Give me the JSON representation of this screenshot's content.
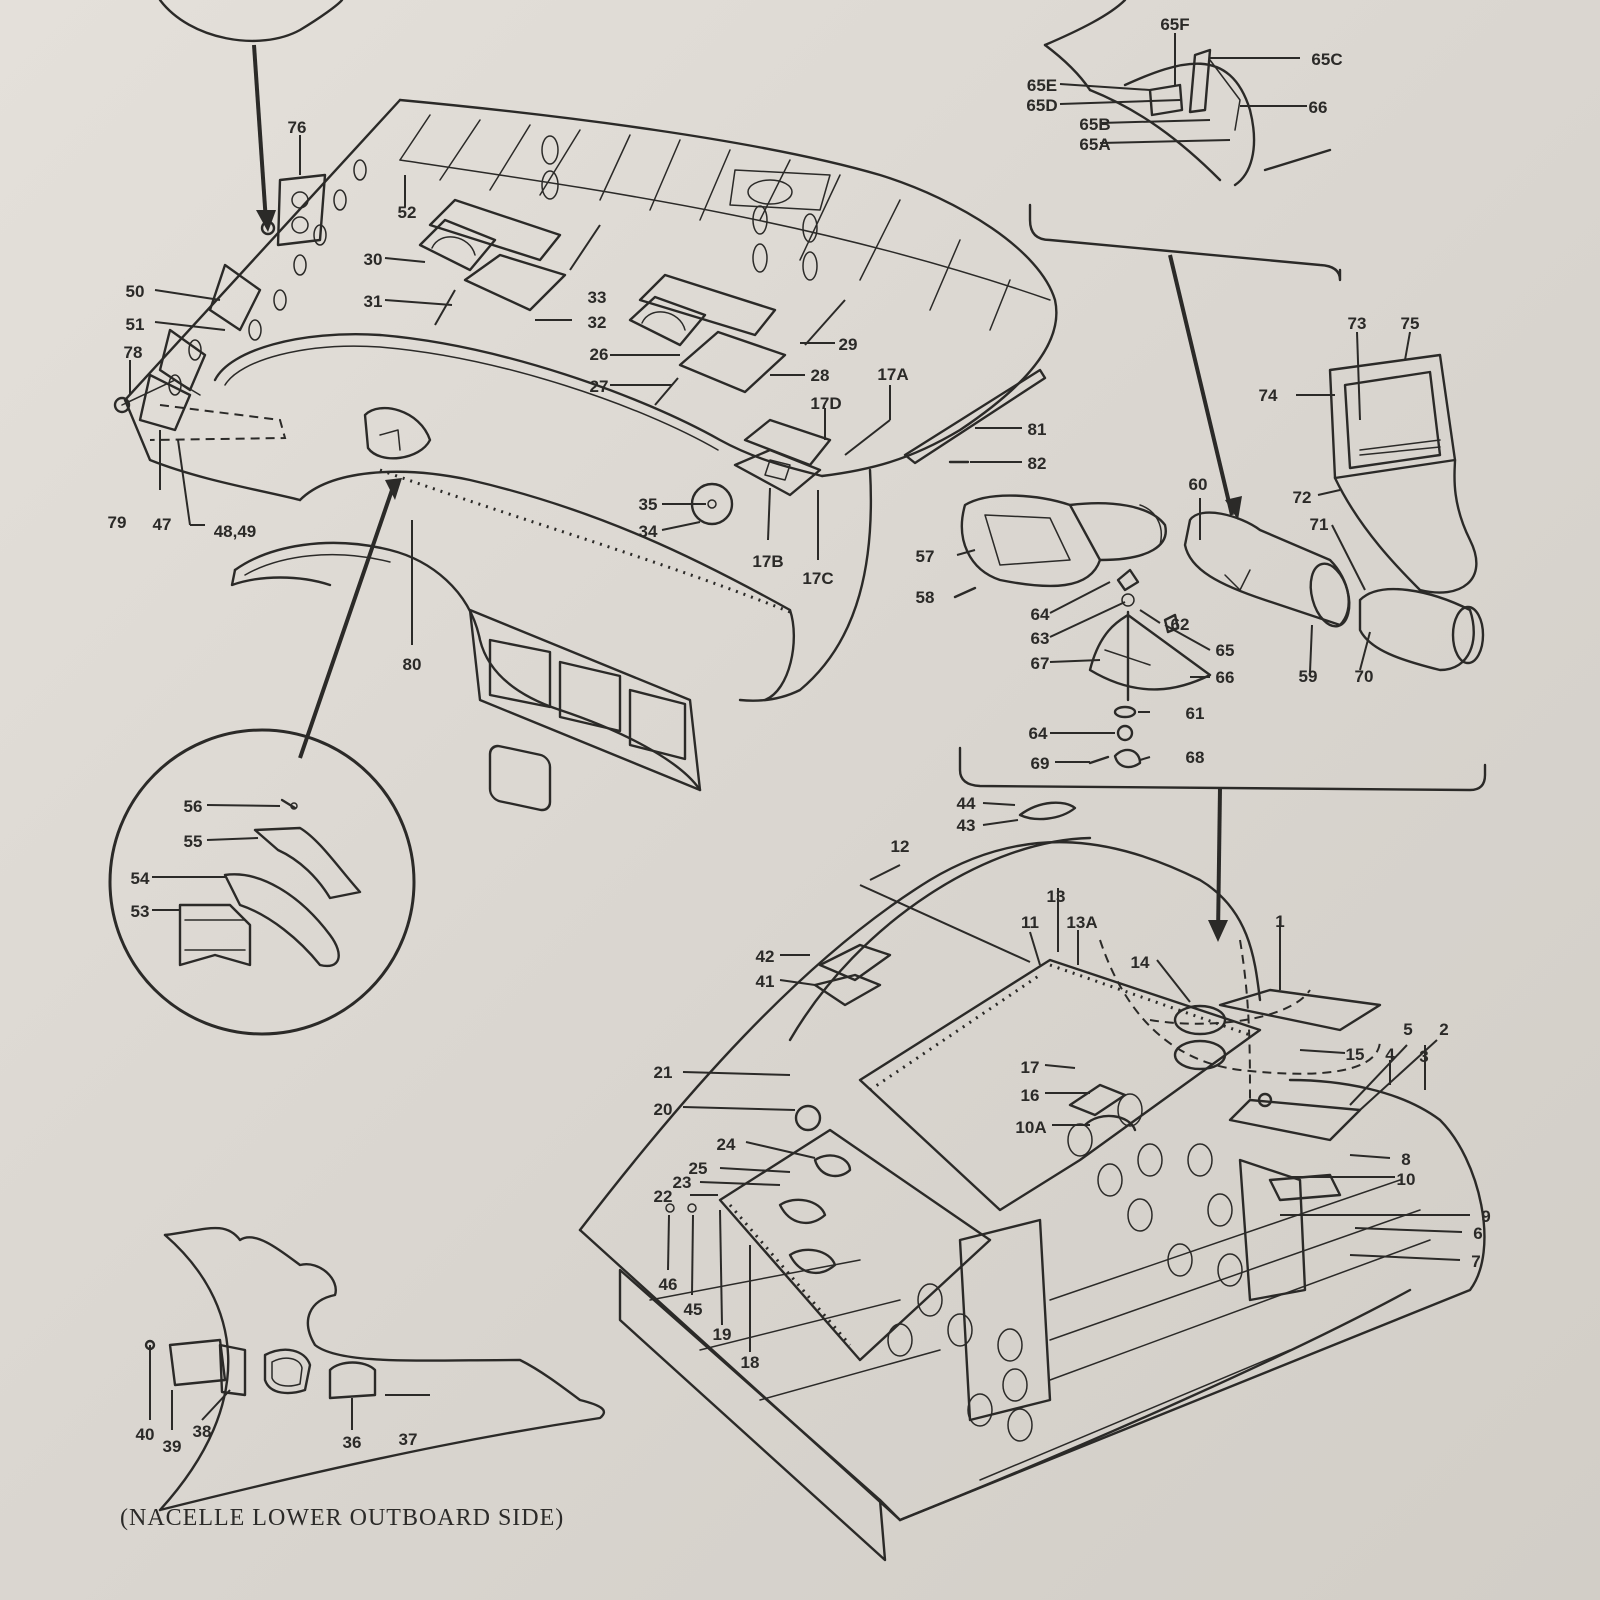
{
  "diagram": {
    "caption": "(NACELLE LOWER OUTBOARD SIDE)",
    "callouts": {
      "c1": "1",
      "c2": "2",
      "c3": "3",
      "c4": "4",
      "c5": "5",
      "c6": "6",
      "c7": "7",
      "c8": "8",
      "c9": "9",
      "c10": "10",
      "c10A": "10A",
      "c11": "11",
      "c12": "12",
      "c13": "13",
      "c13A": "13A",
      "c14": "14",
      "c15": "15",
      "c16": "16",
      "c17": "17",
      "c17A": "17A",
      "c17B": "17B",
      "c17C": "17C",
      "c17D": "17D",
      "c18": "18",
      "c19": "19",
      "c20": "20",
      "c21": "21",
      "c22": "22",
      "c23": "23",
      "c24": "24",
      "c25": "25",
      "c26": "26",
      "c27": "27",
      "c28": "28",
      "c29": "29",
      "c30": "30",
      "c31": "31",
      "c32": "32",
      "c33": "33",
      "c34": "34",
      "c35": "35",
      "c36": "36",
      "c37": "37",
      "c38": "38",
      "c39": "39",
      "c40": "40",
      "c41": "41",
      "c42": "42",
      "c43": "43",
      "c44": "44",
      "c45": "45",
      "c46": "46",
      "c47": "47",
      "c4849": "48,49",
      "c50": "50",
      "c51": "51",
      "c52": "52",
      "c53": "53",
      "c54": "54",
      "c55": "55",
      "c56": "56",
      "c57": "57",
      "c58": "58",
      "c59": "59",
      "c60": "60",
      "c61": "61",
      "c62": "62",
      "c63": "63",
      "c64a": "64",
      "c64b": "64",
      "c65": "65",
      "c65A": "65A",
      "c65B": "65B",
      "c65C": "65C",
      "c65D": "65D",
      "c65E": "65E",
      "c65F": "65F",
      "c66a": "66",
      "c66b": "66",
      "c67": "67",
      "c68": "68",
      "c69": "69",
      "c70": "70",
      "c71": "71",
      "c72": "72",
      "c73": "73",
      "c74": "74",
      "c75": "75",
      "c76": "76",
      "c78": "78",
      "c79": "79",
      "c80": "80",
      "c81": "81",
      "c82": "82"
    }
  }
}
